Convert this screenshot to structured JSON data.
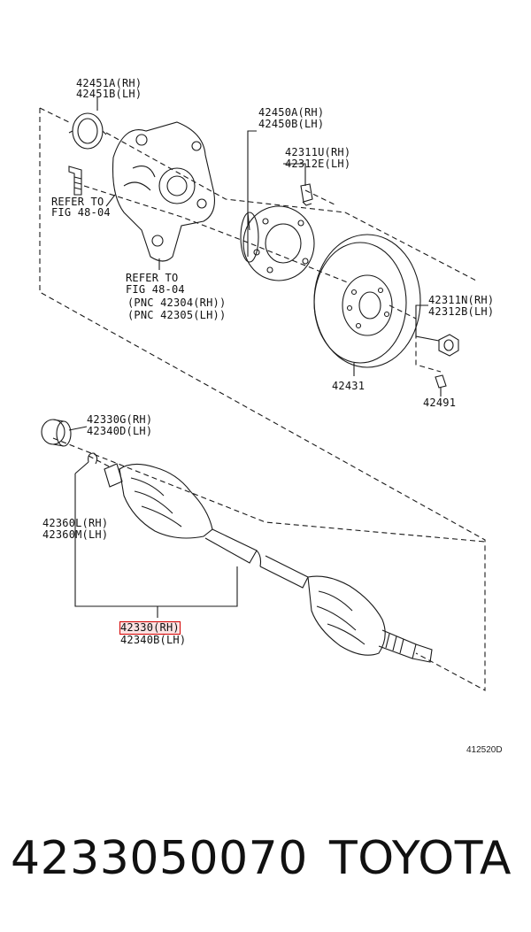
{
  "labels": {
    "l_42451A": "42451A(RH)",
    "l_42451B": "42451B(LH)",
    "l_refer1a": "REFER TO",
    "l_refer1b": "FIG 48-04",
    "l_42450A": "42450A(RH)",
    "l_42450B": "42450B(LH)",
    "l_42311U": "42311U(RH)",
    "l_42312E": "42312E(LH)",
    "l_refer2a": "REFER TO",
    "l_refer2b": "FIG 48-04",
    "l_pnc1": "(PNC 42304(RH))",
    "l_pnc2": "(PNC 42305(LH))",
    "l_42311N": "42311N(RH)",
    "l_42312B": "42312B(LH)",
    "l_42431": "42431",
    "l_42491": "42491",
    "l_42330G": "42330G(RH)",
    "l_42340D": "42340D(LH)",
    "l_42360L": "42360L(RH)",
    "l_42360M": "42360M(LH)",
    "l_42330": "42330(RH)",
    "l_42340B": "42340B(LH)"
  },
  "diagram_code": "412520D",
  "footer": {
    "part_number": "4233050070",
    "brand": "TOYOTA"
  },
  "colors": {
    "line": "#1a1a1a",
    "highlight": "#d40000"
  }
}
